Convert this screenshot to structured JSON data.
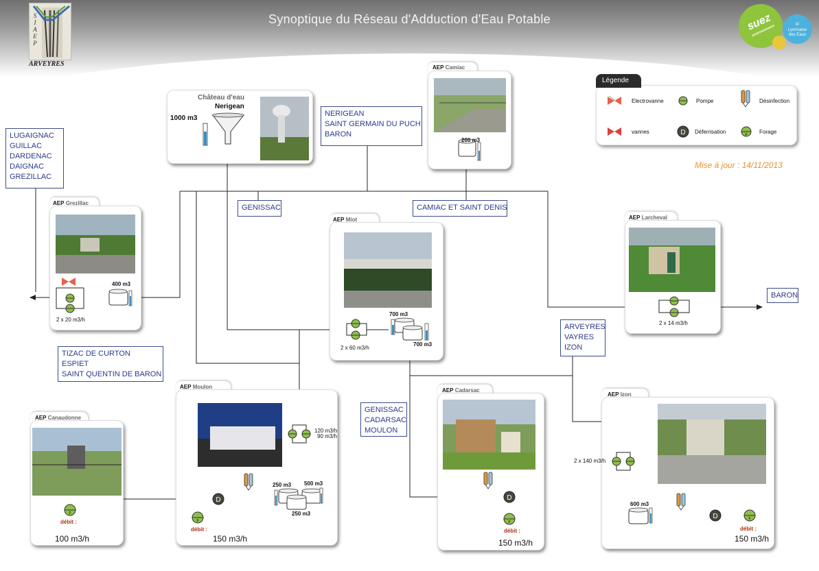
{
  "header": {
    "title": "Synoptique du Réseau d'Adduction d'Eau Potable",
    "siaep_logo_text": "ARVEYRES",
    "siaep_logo_vertical": "SIAEP",
    "suez_logo_text": "suez",
    "suez_logo_subtext": "environnement",
    "lyonnaise_logo_text": "Lyonnaise des Eaux"
  },
  "legend": {
    "title": "Légende",
    "items": [
      {
        "icon": "electrovanne-icon",
        "label": "Electrovanne"
      },
      {
        "icon": "pompe-icon",
        "label": "Pompe"
      },
      {
        "icon": "desinfection-icon",
        "label": "Désinfection"
      },
      {
        "icon": "vanne-icon",
        "label": "vannes"
      },
      {
        "icon": "deferrisation-icon",
        "label": "Déferrisation"
      },
      {
        "icon": "forage-icon",
        "label": "Forage"
      }
    ]
  },
  "update_date": "Mise à jour : 14/11/2013",
  "chateau": {
    "title": "Château d'eau",
    "name": "Nerigean",
    "volume": "1000 m3"
  },
  "sites": {
    "camiac": {
      "prefix": "AEP",
      "name": "Camiac",
      "volume": "200 m3"
    },
    "grezillac": {
      "prefix": "AEP",
      "name": "Grezillac",
      "volume": "400 m3",
      "pumps": "2 x 20 m3/h"
    },
    "miot": {
      "prefix": "AEP",
      "name": "Miot",
      "volume1": "700 m3",
      "volume2": "700 m3",
      "pumps": "2 x 60 m3/h"
    },
    "larcheval": {
      "prefix": "AEP",
      "name": "Larcheval",
      "pumps": "2 x 14 m3/h"
    },
    "canaudonne": {
      "prefix": "AEP",
      "name": "Canaudonne",
      "debit_label": "débit :",
      "debit_value": "100 m3/h"
    },
    "moulon": {
      "prefix": "AEP",
      "name": "Moulon",
      "pumps_a": "120 m3/h",
      "pumps_b": "90 m3/h",
      "volume_a": "250 m3",
      "volume_b": "500 m3",
      "volume_c": "250 m3",
      "debit_label": "débit :",
      "debit_value": "150 m3/h"
    },
    "cadarsac": {
      "prefix": "AEP",
      "name": "Cadarsac",
      "debit_label": "débit :",
      "debit_value": "150 m3/h"
    },
    "izon": {
      "prefix": "AEP",
      "name": "Izon",
      "pumps": "2 x 140 m3/h",
      "volume": "600 m3",
      "debit_label": "débit :",
      "debit_value": "150 m3/h"
    }
  },
  "communes": {
    "lugaignac": [
      "LUGAIGNAC",
      "GUILLAC",
      "DARDENAC",
      "DAIGNAC",
      "GREZILLAC"
    ],
    "nerigean": [
      "NERIGEAN",
      "SAINT GERMAIN DU PUCH",
      "BARON"
    ],
    "genissac": [
      "GENISSAC"
    ],
    "camiac": [
      "CAMIAC ET SAINT DENIS"
    ],
    "baron": [
      "BARON"
    ],
    "tizac": [
      "TIZAC DE CURTON",
      "ESPIET",
      "SAINT QUENTIN DE BARON"
    ],
    "arveyres": [
      "ARVEYRES",
      "VAYRES",
      "IZON"
    ],
    "genissac2": [
      "GENISSAC",
      "CADARSAC",
      "MOULON"
    ]
  },
  "colors": {
    "pipe": "#222222",
    "pump": "#7ab33a",
    "commune_text": "#2a3a8a",
    "update": "#e8902a",
    "debit": "#b03010"
  }
}
